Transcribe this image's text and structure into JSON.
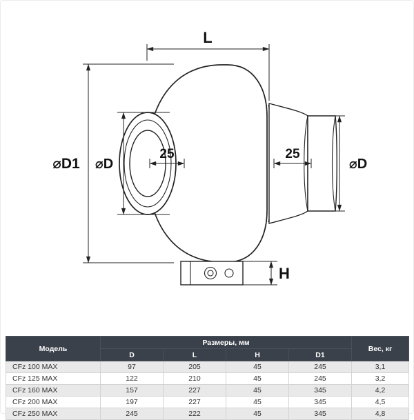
{
  "diagram": {
    "labels": {
      "length": "L",
      "diameter_d1": "⌀D1",
      "diameter_d_left": "⌀D",
      "diameter_d_right": "⌀D",
      "inset_left": "25",
      "inset_right": "25",
      "box_height": "H"
    }
  },
  "table": {
    "header": {
      "model": "Модель",
      "dimensions_group": "Размеры, мм",
      "columns": [
        "D",
        "L",
        "H",
        "D1"
      ],
      "weight": "Вес, кг"
    },
    "rows": [
      [
        "CFz 100 MAX",
        "97",
        "205",
        "45",
        "245",
        "3,1"
      ],
      [
        "CFz 125 MAX",
        "122",
        "210",
        "45",
        "245",
        "3,2"
      ],
      [
        "CFz 160 MAX",
        "157",
        "227",
        "45",
        "345",
        "4,2"
      ],
      [
        "CFz 200 MAX",
        "197",
        "227",
        "45",
        "345",
        "4,5"
      ],
      [
        "CFz 250 MAX",
        "245",
        "222",
        "45",
        "345",
        "4,8"
      ]
    ],
    "colors": {
      "header_bg": "#3b414b",
      "header_text": "#ffffff",
      "row_alt_bg": "#e9e9e9",
      "row_bg": "#ffffff",
      "line_color": "#222222"
    }
  }
}
